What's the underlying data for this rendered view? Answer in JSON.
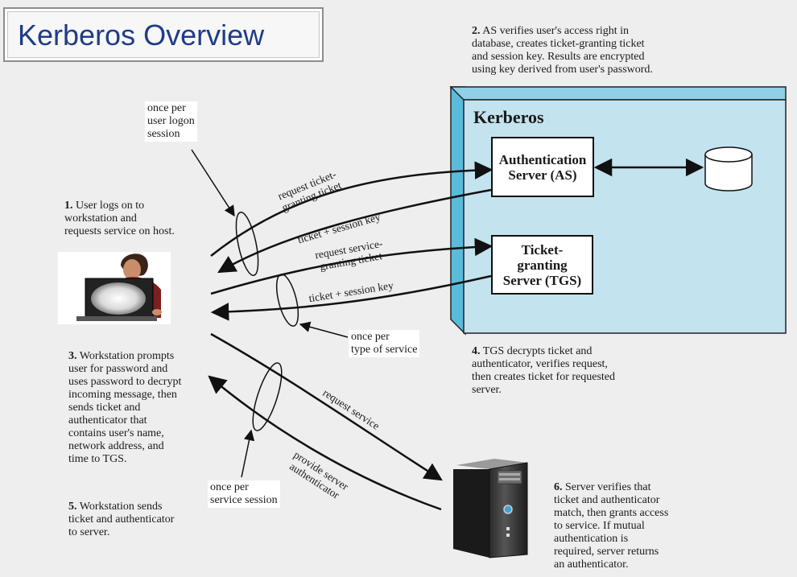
{
  "title": "Kerberos Overview",
  "kerberos_label": "Kerberos",
  "as_label": "Authentication\nServer (AS)",
  "tgs_label": "Ticket-\ngranting\nServer (TGS)",
  "notes": {
    "step1_num": "1.",
    "step1": "User logs on to\nworkstation and\nrequests service on host.",
    "step2_num": "2.",
    "step2": "AS verifies user's access right in\ndatabase, creates ticket-granting ticket\nand session key. Results are encrypted\nusing key derived from user's password.",
    "step3_num": "3.",
    "step3": "Workstation prompts\nuser for password and\nuses password to decrypt\nincoming message, then\nsends ticket and\nauthenticator that\ncontains user's name,\nnetwork address, and\ntime to TGS.",
    "step4_num": "4.",
    "step4": "TGS decrypts ticket and\nauthenticator, verifies request,\nthen creates ticket for requested\nserver.",
    "step5_num": "5.",
    "step5": "Workstation sends\nticket and authenticator\nto server.",
    "step6_num": "6.",
    "step6": "Server verifies that\nticket and authenticator\nmatch, then grants access\nto service. If mutual\nauthentication is\nrequired, server returns\nan authenticator."
  },
  "callouts": {
    "logon_session": "once per\nuser logon\nsession",
    "type_of_service": "once per\ntype of service",
    "service_session": "once per\nservice session"
  },
  "arrow_labels": {
    "req_tgt": "request ticket-\ngranting ticket",
    "tkt_key_1": "ticket + session key",
    "req_sgt": "request service-\ngranting ticket",
    "tkt_key_2": "ticket + session key",
    "req_service": "request service",
    "provide_auth": "provide server\nauthenticator"
  },
  "colors": {
    "title": "#1f3c88",
    "kerberos_front": "#c3e3ef",
    "kerberos_side": "#5bbbdb",
    "background": "#eeeeee"
  },
  "icons": [
    "user-at-workstation-icon",
    "database-icon",
    "server-tower-icon"
  ]
}
